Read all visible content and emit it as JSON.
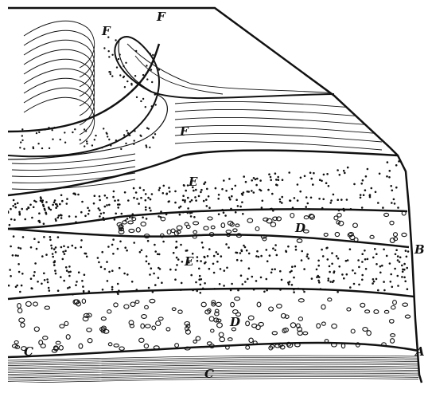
{
  "labels": {
    "f_top": "F",
    "f_upper_left": "F",
    "f_lower": "F",
    "e_upper": "E",
    "e_lower": "E",
    "d_upper": "D",
    "d_lower": "D",
    "c_left": "C",
    "c_bottom": "C",
    "a_right": "A",
    "b_right": "B"
  },
  "colors": {
    "ink": "#111111",
    "paper": "#ffffff"
  }
}
